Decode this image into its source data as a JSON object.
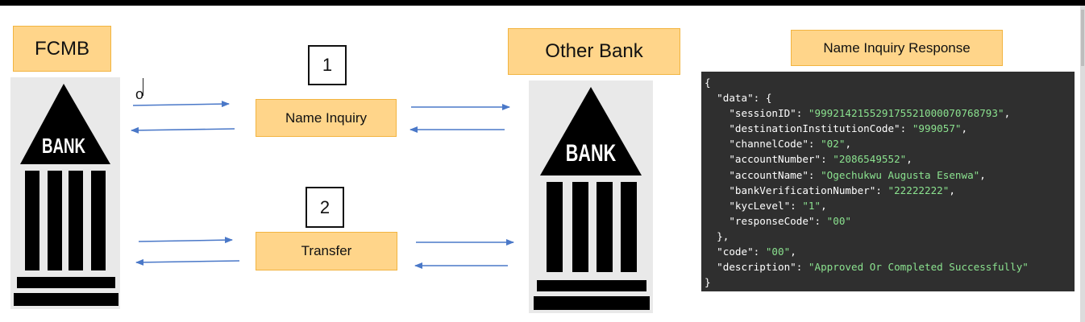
{
  "labels": {
    "fcmb": "FCMB",
    "other_bank": "Other Bank",
    "name_inquiry_response": "Name Inquiry Response",
    "name_inquiry": "Name Inquiry",
    "transfer": "Transfer"
  },
  "steps": {
    "step1": "1",
    "step2": "2"
  },
  "bank_icon_text": "BANK",
  "stray_mark": "o",
  "json_response": [
    {
      "indent": 0,
      "open": "{"
    },
    {
      "indent": 1,
      "key": "data",
      "open": "{"
    },
    {
      "indent": 2,
      "key": "sessionID",
      "value": "999214215529175521000070768793",
      "comma": true
    },
    {
      "indent": 2,
      "key": "destinationInstitutionCode",
      "value": "999057",
      "comma": true
    },
    {
      "indent": 2,
      "key": "channelCode",
      "value": "02",
      "comma": true
    },
    {
      "indent": 2,
      "key": "accountNumber",
      "value": "2086549552",
      "comma": true
    },
    {
      "indent": 2,
      "key": "accountName",
      "value": "Ogechukwu Augusta Esenwa",
      "comma": true
    },
    {
      "indent": 2,
      "key": "bankVerificationNumber",
      "value": "22222222",
      "comma": true
    },
    {
      "indent": 2,
      "key": "kycLevel",
      "value": "1",
      "comma": true
    },
    {
      "indent": 2,
      "key": "responseCode",
      "value": "00",
      "comma": false
    },
    {
      "indent": 1,
      "close": "},"
    },
    {
      "indent": 1,
      "key": "code",
      "value": "00",
      "comma": true
    },
    {
      "indent": 1,
      "key": "description",
      "value": "Approved Or Completed Successfully",
      "comma": false
    },
    {
      "indent": 0,
      "close": "}"
    }
  ],
  "colors": {
    "label_fill": "#ffd58a",
    "label_border": "#f2b440",
    "arrow": "#4a78c8",
    "code_bg": "#2f2f2f",
    "code_string": "#8be28f"
  }
}
